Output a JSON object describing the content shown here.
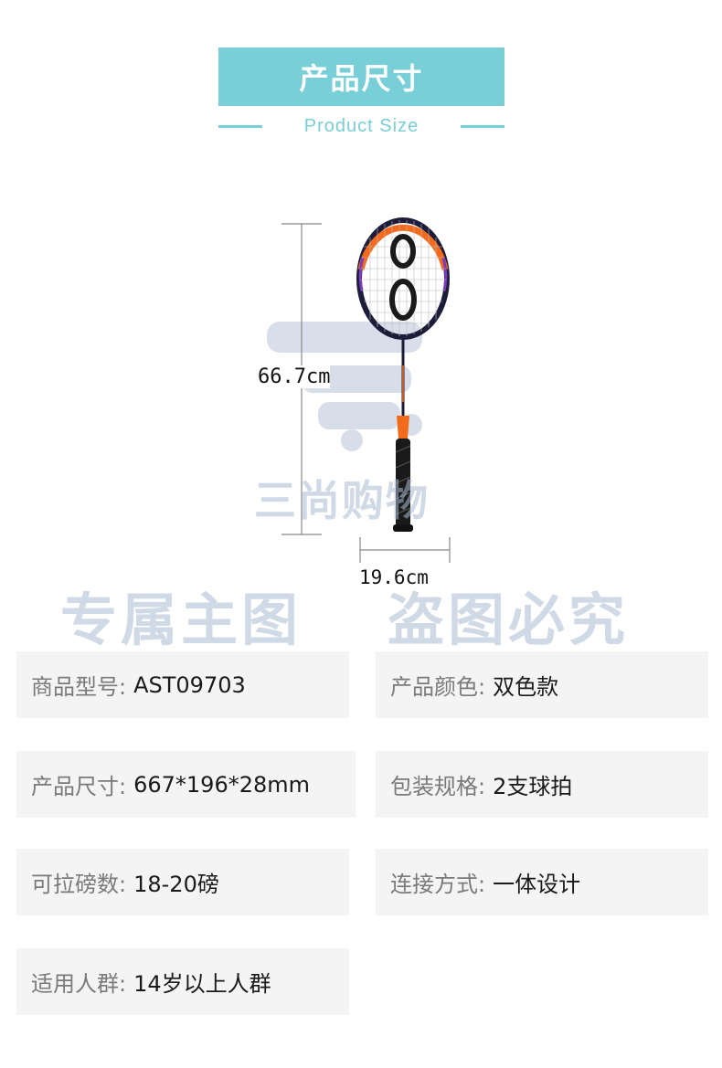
{
  "header": {
    "title": "产品尺寸",
    "subtitle": "Product Size"
  },
  "product": {
    "height_label": "66.7cm",
    "width_label": "19.6cm",
    "watermark_name": "三尚购物",
    "watermark_left": "专属主图",
    "watermark_right": "盗图必究",
    "frame_color": "#f26a1b",
    "frame_dark_color": "#1d1d3a",
    "accent_color": "#78cfd7"
  },
  "specs": [
    {
      "label": "商品型号:",
      "value": "AST09703"
    },
    {
      "label": "产品颜色:",
      "value": "双色款"
    },
    {
      "label": "产品尺寸:",
      "value": "667*196*28mm"
    },
    {
      "label": "包装规格:",
      "value": "2支球拍"
    },
    {
      "label": "可拉磅数:",
      "value": "18-20磅"
    },
    {
      "label": "连接方式:",
      "value": "一体设计"
    },
    {
      "label": "适用人群:",
      "value": "14岁以上人群"
    }
  ]
}
